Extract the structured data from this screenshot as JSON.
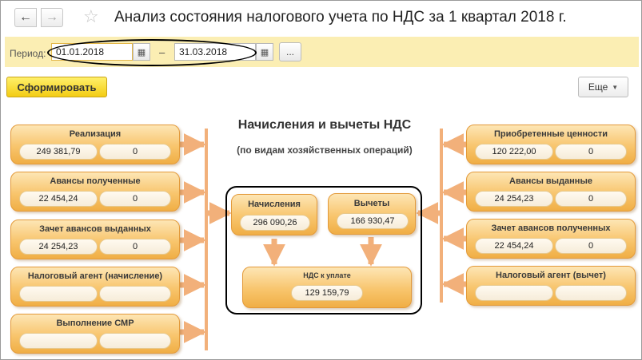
{
  "window": {
    "back_glyph": "←",
    "forward_glyph": "→",
    "star_glyph": "☆",
    "title": "Анализ состояния налогового учета по НДС за 1 квартал 2018 г."
  },
  "period": {
    "label": "Период:",
    "from": "01.01.2018",
    "to": "31.03.2018",
    "dash": "–",
    "dots_label": "...",
    "calendar_glyph": "▦"
  },
  "toolbar": {
    "generate_label": "Сформировать",
    "more_label": "Еще",
    "more_caret": "▼"
  },
  "diagram": {
    "title": "Начисления и вычеты НДС",
    "subtitle": "(по видам хозяйственных операций)",
    "left": [
      {
        "title": "Реализация",
        "value_a": "249 381,79",
        "value_b": "0"
      },
      {
        "title": "Авансы полученные",
        "value_a": "22 454,24",
        "value_b": "0"
      },
      {
        "title": "Зачет авансов выданных",
        "value_a": "24 254,23",
        "value_b": "0"
      },
      {
        "title": "Налоговый агент (начисление)",
        "value_a": "",
        "value_b": ""
      },
      {
        "title": "Выполнение СМР",
        "value_a": "",
        "value_b": ""
      }
    ],
    "right": [
      {
        "title": "Приобретенные ценности",
        "value_a": "120 222,00",
        "value_b": "0"
      },
      {
        "title": "Авансы выданные",
        "value_a": "24 254,23",
        "value_b": "0"
      },
      {
        "title": "Зачет авансов полученных",
        "value_a": "22 454,24",
        "value_b": "0"
      },
      {
        "title": "Налоговый агент (вычет)",
        "value_a": "",
        "value_b": ""
      }
    ],
    "accruals": {
      "title": "Начисления",
      "value": "296 090,26"
    },
    "deductions": {
      "title": "Вычеты",
      "value": "166 930,47"
    },
    "payable": {
      "title": "НДС к уплате",
      "value": "129 159,79"
    }
  },
  "colors": {
    "period_bar": "#fbeeb3",
    "generate_button": "#f3cc14",
    "card_orange": "#f8c56d",
    "connector": "#f2b07a"
  }
}
